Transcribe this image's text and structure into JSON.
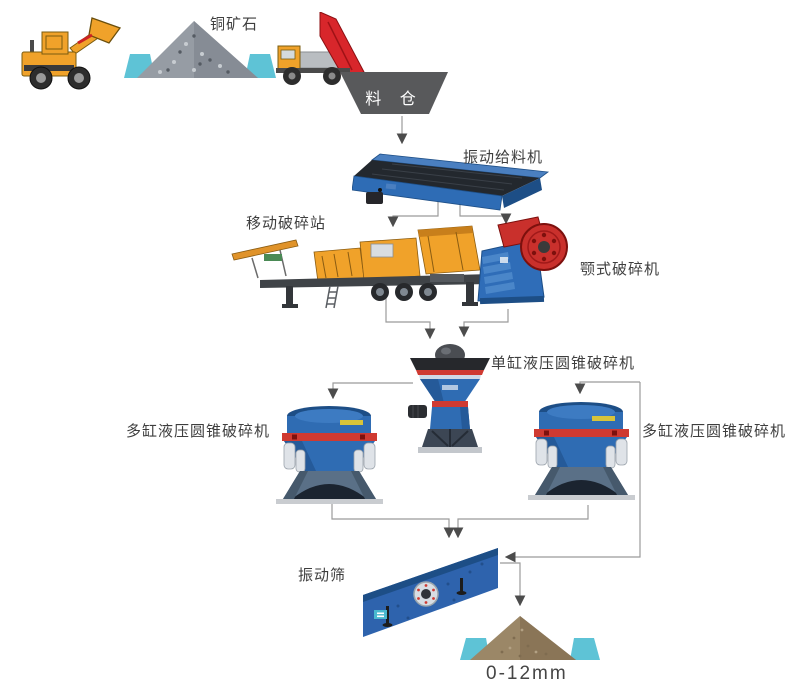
{
  "diagram": {
    "labels": {
      "ore": "铜矿石",
      "hopper": "料 仓",
      "feeder": "振动给料机",
      "mobile_crusher": "移动破碎站",
      "jaw_crusher": "颚式破碎机",
      "single_cone_crusher": "单缸液压圆锥破碎机",
      "multi_cone_crusher_left": "多缸液压圆锥破碎机",
      "multi_cone_crusher_right": "多缸液压圆锥破碎机",
      "screen": "振动筛",
      "product_size": "0-12mm"
    },
    "icons": [
      "wheel-loader-icon",
      "ore-pile-icon",
      "dump-truck-icon",
      "hopper-shape",
      "vibrating-feeder-icon",
      "mobile-crusher-icon",
      "jaw-crusher-icon",
      "single-cone-crusher-icon",
      "multi-cone-crusher-left-icon",
      "multi-cone-crusher-right-icon",
      "vibrating-screen-icon",
      "product-pile-icon"
    ],
    "connections": [
      {
        "from": "hopper",
        "to": "vibrating-feeder"
      },
      {
        "from": "vibrating-feeder",
        "to": "mobile-crushing-station"
      },
      {
        "from": "vibrating-feeder",
        "to": "jaw-crusher"
      },
      {
        "from": "mobile-crushing-station",
        "to": "single-cone-crusher"
      },
      {
        "from": "jaw-crusher",
        "to": "single-cone-crusher"
      },
      {
        "from": "single-cone-crusher",
        "to": "multi-cone-crusher-left"
      },
      {
        "from": "single-cone-crusher",
        "to": "multi-cone-crusher-right"
      },
      {
        "from": "single-cone-crusher",
        "to": "vibrating-screen"
      },
      {
        "from": "multi-cone-crusher-left",
        "to": "vibrating-screen"
      },
      {
        "from": "multi-cone-crusher-right",
        "to": "vibrating-screen"
      },
      {
        "from": "vibrating-screen",
        "to": "product-pile"
      }
    ],
    "colors": {
      "line": "#9b9b9b",
      "arrowhead": "#4c4c4c",
      "label_text": "#3e3e3e",
      "hopper_fill": "#58595b",
      "hopper_text": "#ffffff",
      "machine_blue": "#2f6cb3",
      "machine_blue_dark": "#1d4e86",
      "accent_red": "#cf3a32",
      "vehicle_yellow": "#f0a22a",
      "teal_support": "#5ec3d6",
      "ore_gray": "#969ca4",
      "product_tan": "#9b8767"
    }
  }
}
